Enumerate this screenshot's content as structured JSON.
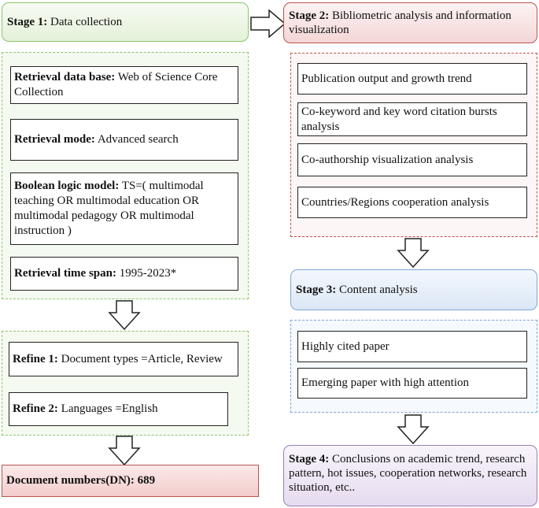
{
  "stage1": {
    "label": "Stage 1:",
    "text": "Data collection"
  },
  "stage2": {
    "label": "Stage 2:",
    "text": "Bibliometric analysis and information visualization"
  },
  "stage3": {
    "label": "Stage 3:",
    "text": "Content analysis"
  },
  "stage4": {
    "label": "Stage 4:",
    "text": "Conclusions on academic trend, research pattern, hot issues, cooperation networks, research situation, etc.."
  },
  "collection": [
    {
      "label": "Retrieval data base:",
      "text": "Web of Science Core Collection"
    },
    {
      "label": "Retrieval mode:",
      "text": "Advanced search"
    },
    {
      "label": "Boolean logic model:",
      "text": "TS=( multimodal teaching OR multimodal education OR multimodal pedagogy OR multimodal instruction )"
    },
    {
      "label": "Retrieval time span:",
      "text": "1995-2023*"
    }
  ],
  "refine": [
    {
      "label": "Refine 1:",
      "text": "Document types =Article, Review"
    },
    {
      "label": "Refine 2:",
      "text": "Languages =English"
    }
  ],
  "document": {
    "label": "Document numbers(DN): 689"
  },
  "analysis": [
    "Publication output and growth trend",
    "Co-keyword and key word citation bursts analysis",
    "Co-authorship visualization analysis",
    "Countries/Regions cooperation analysis"
  ],
  "content": [
    "Highly cited paper",
    "Emerging paper with high attention"
  ],
  "colors": {
    "green_border": "#8ec46c",
    "red_border": "#b85450",
    "blue_border": "#7ea6d8",
    "purple_border": "#9a7fb8"
  }
}
